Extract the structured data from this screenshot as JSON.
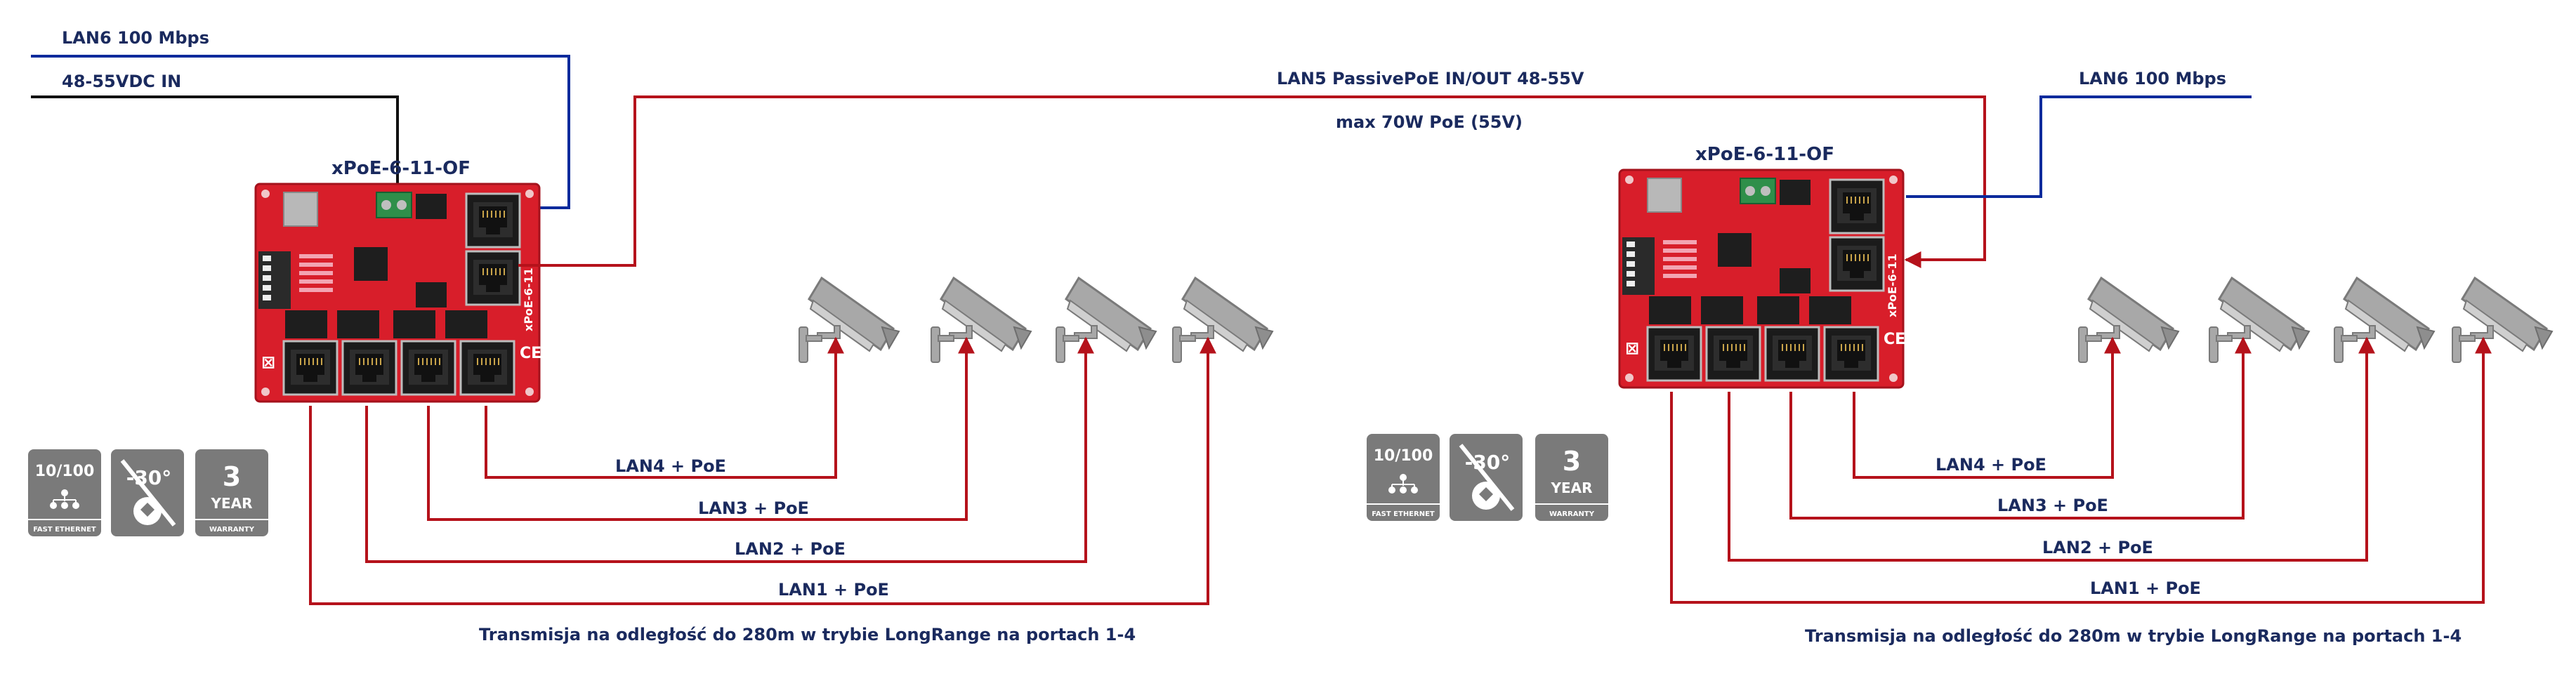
{
  "colors": {
    "blue_line": "#0a2a9c",
    "black_line": "#111111",
    "red_line": "#b5121b",
    "label_text": "#1a2a5e",
    "board_red": "#d81e2a",
    "badge_gray": "#7a7a7a",
    "camera_gray": "#a8a8a8"
  },
  "left": {
    "lan6_label": "LAN6 100 Mbps",
    "power_label": "48-55VDC IN",
    "device_title": "xPoE-6-11-OF",
    "board_silk": "xPoE-6-11",
    "ports": {
      "lan4": "LAN4 + PoE",
      "lan3": "LAN3 + PoE",
      "lan2": "LAN2 + PoE",
      "lan1": "LAN1 + PoE"
    },
    "caption": "Transmisja na odległość do 280m w trybie LongRange na portach 1-4"
  },
  "middle": {
    "lan5_label": "LAN5 PassivePoE IN/OUT 48-55V",
    "power_label": "max 70W PoE (55V)"
  },
  "right": {
    "lan6_label": "LAN6 100 Mbps",
    "device_title": "xPoE-6-11-OF",
    "board_silk": "xPoE-6-11",
    "ports": {
      "lan4": "LAN4 + PoE",
      "lan3": "LAN3 + PoE",
      "lan2": "LAN2 + PoE",
      "lan1": "LAN1 + PoE"
    },
    "caption": "Transmisja na odległość do 280m w trybie LongRange na portach 1-4"
  },
  "badges": {
    "speed": "10/100",
    "speed_sub": "FAST ETHERNET",
    "temp": "-30°",
    "warranty_num": "3",
    "warranty_word": "YEAR",
    "warranty_sub": "WARRANTY"
  }
}
